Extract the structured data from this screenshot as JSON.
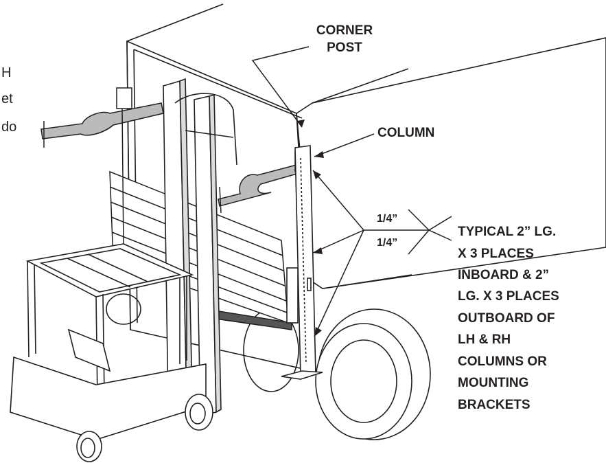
{
  "labels": {
    "corner_post_line1": "CORNER",
    "corner_post_line2": "POST",
    "column": "COLUMN",
    "weld_size_top": "1/4”",
    "weld_size_bottom": "1/4”",
    "weld_note": [
      "TYPICAL 2” LG.",
      "X 3 PLACES",
      "INBOARD & 2”",
      "LG. X 3 PLACES",
      "OUTBOARD OF",
      "LH & RH",
      "COLUMNS OR",
      "MOUNTING",
      "BRACKETS"
    ]
  },
  "clipped_text": [
    "H",
    "et",
    "do"
  ]
}
